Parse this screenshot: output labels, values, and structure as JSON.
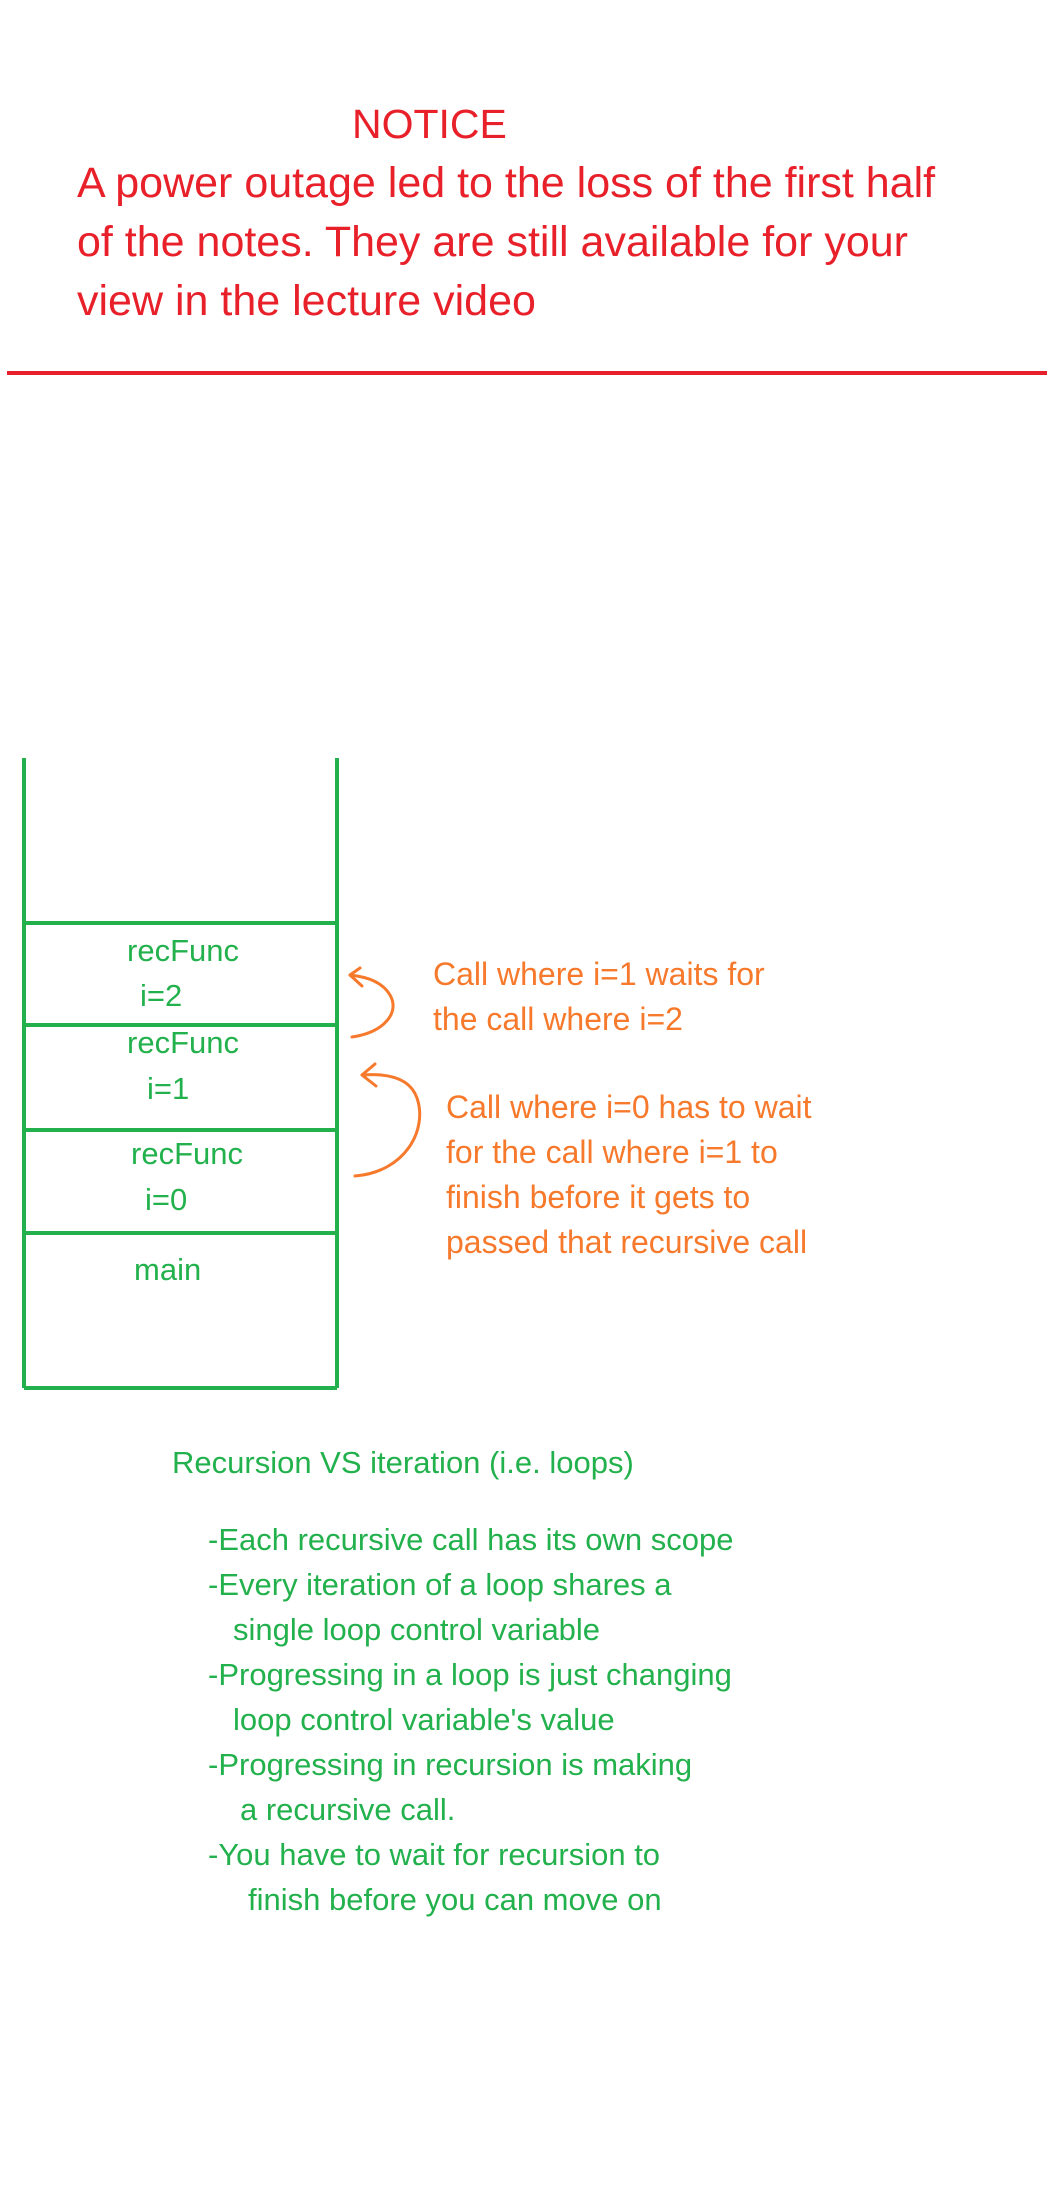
{
  "notice": {
    "title": "NOTICE",
    "lines": [
      "A power outage led to the loss of the first half",
      "of the notes. They are still available for your",
      "view in the lecture video"
    ]
  },
  "stack": {
    "frames": [
      {
        "name": "recFunc",
        "var": "i=2"
      },
      {
        "name": "recFunc",
        "var": "i=1"
      },
      {
        "name": "recFunc",
        "var": "i=0"
      },
      {
        "name": "main"
      }
    ]
  },
  "annotations": [
    {
      "lines": [
        "Call where i=1 waits for",
        "the call where i=2"
      ]
    },
    {
      "lines": [
        "Call where i=0 has to wait",
        "for the call where i=1 to",
        "finish before it gets to",
        "passed that recursive call"
      ]
    }
  ],
  "comparison": {
    "heading": "Recursion VS iteration (i.e. loops)",
    "lines": [
      "-Each recursive call has its own scope",
      "-Every iteration of a loop shares a",
      "single loop control variable",
      "-Progressing in a loop is just changing",
      "loop control variable's value",
      "-Progressing in recursion is making",
      "a recursive call.",
      "-You have to wait for recursion to",
      "finish before you can move on"
    ]
  },
  "colors": {
    "notice": "#e8202a",
    "stack": "#22b14c",
    "annotation": "#f6792c"
  }
}
